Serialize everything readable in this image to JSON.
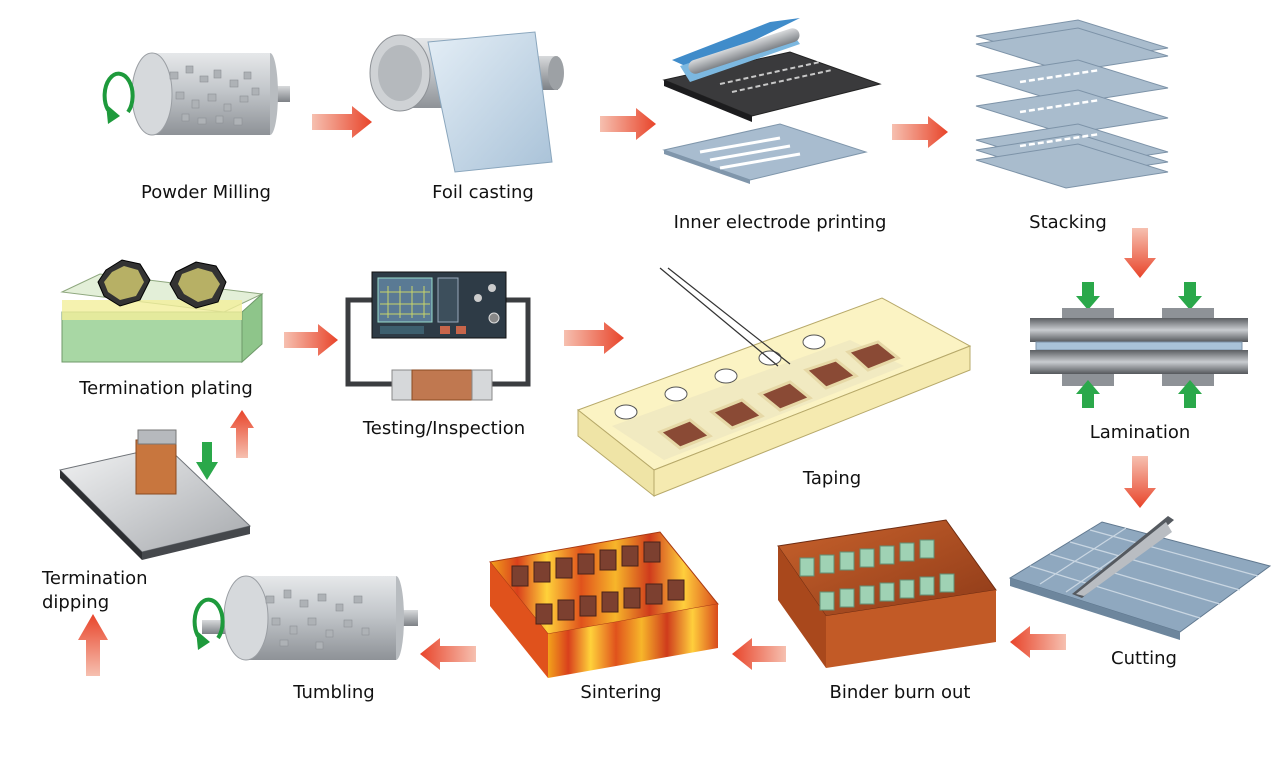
{
  "steps": {
    "powder_milling": "Powder Milling",
    "foil_casting": "Foil casting",
    "inner_electrode_printing": "Inner electrode printing",
    "stacking": "Stacking",
    "lamination": "Lamination",
    "cutting": "Cutting",
    "binder_burn_out": "Binder burn out",
    "sintering": "Sintering",
    "tumbling": "Tumbling",
    "termination_dipping_line1": "Termination",
    "termination_dipping_line2": "dipping",
    "termination_plating": "Termination plating",
    "testing_inspection": "Testing/Inspection",
    "taping": "Taping"
  },
  "colors": {
    "flow_arrow": "#e8553a",
    "green_arrow": "#2aa84a",
    "metal": "#9a9ea3",
    "ceramic_sheet": "#9fb3c6",
    "chip_brown": "#8a4a35",
    "tape_cream": "#fbf3c3"
  }
}
